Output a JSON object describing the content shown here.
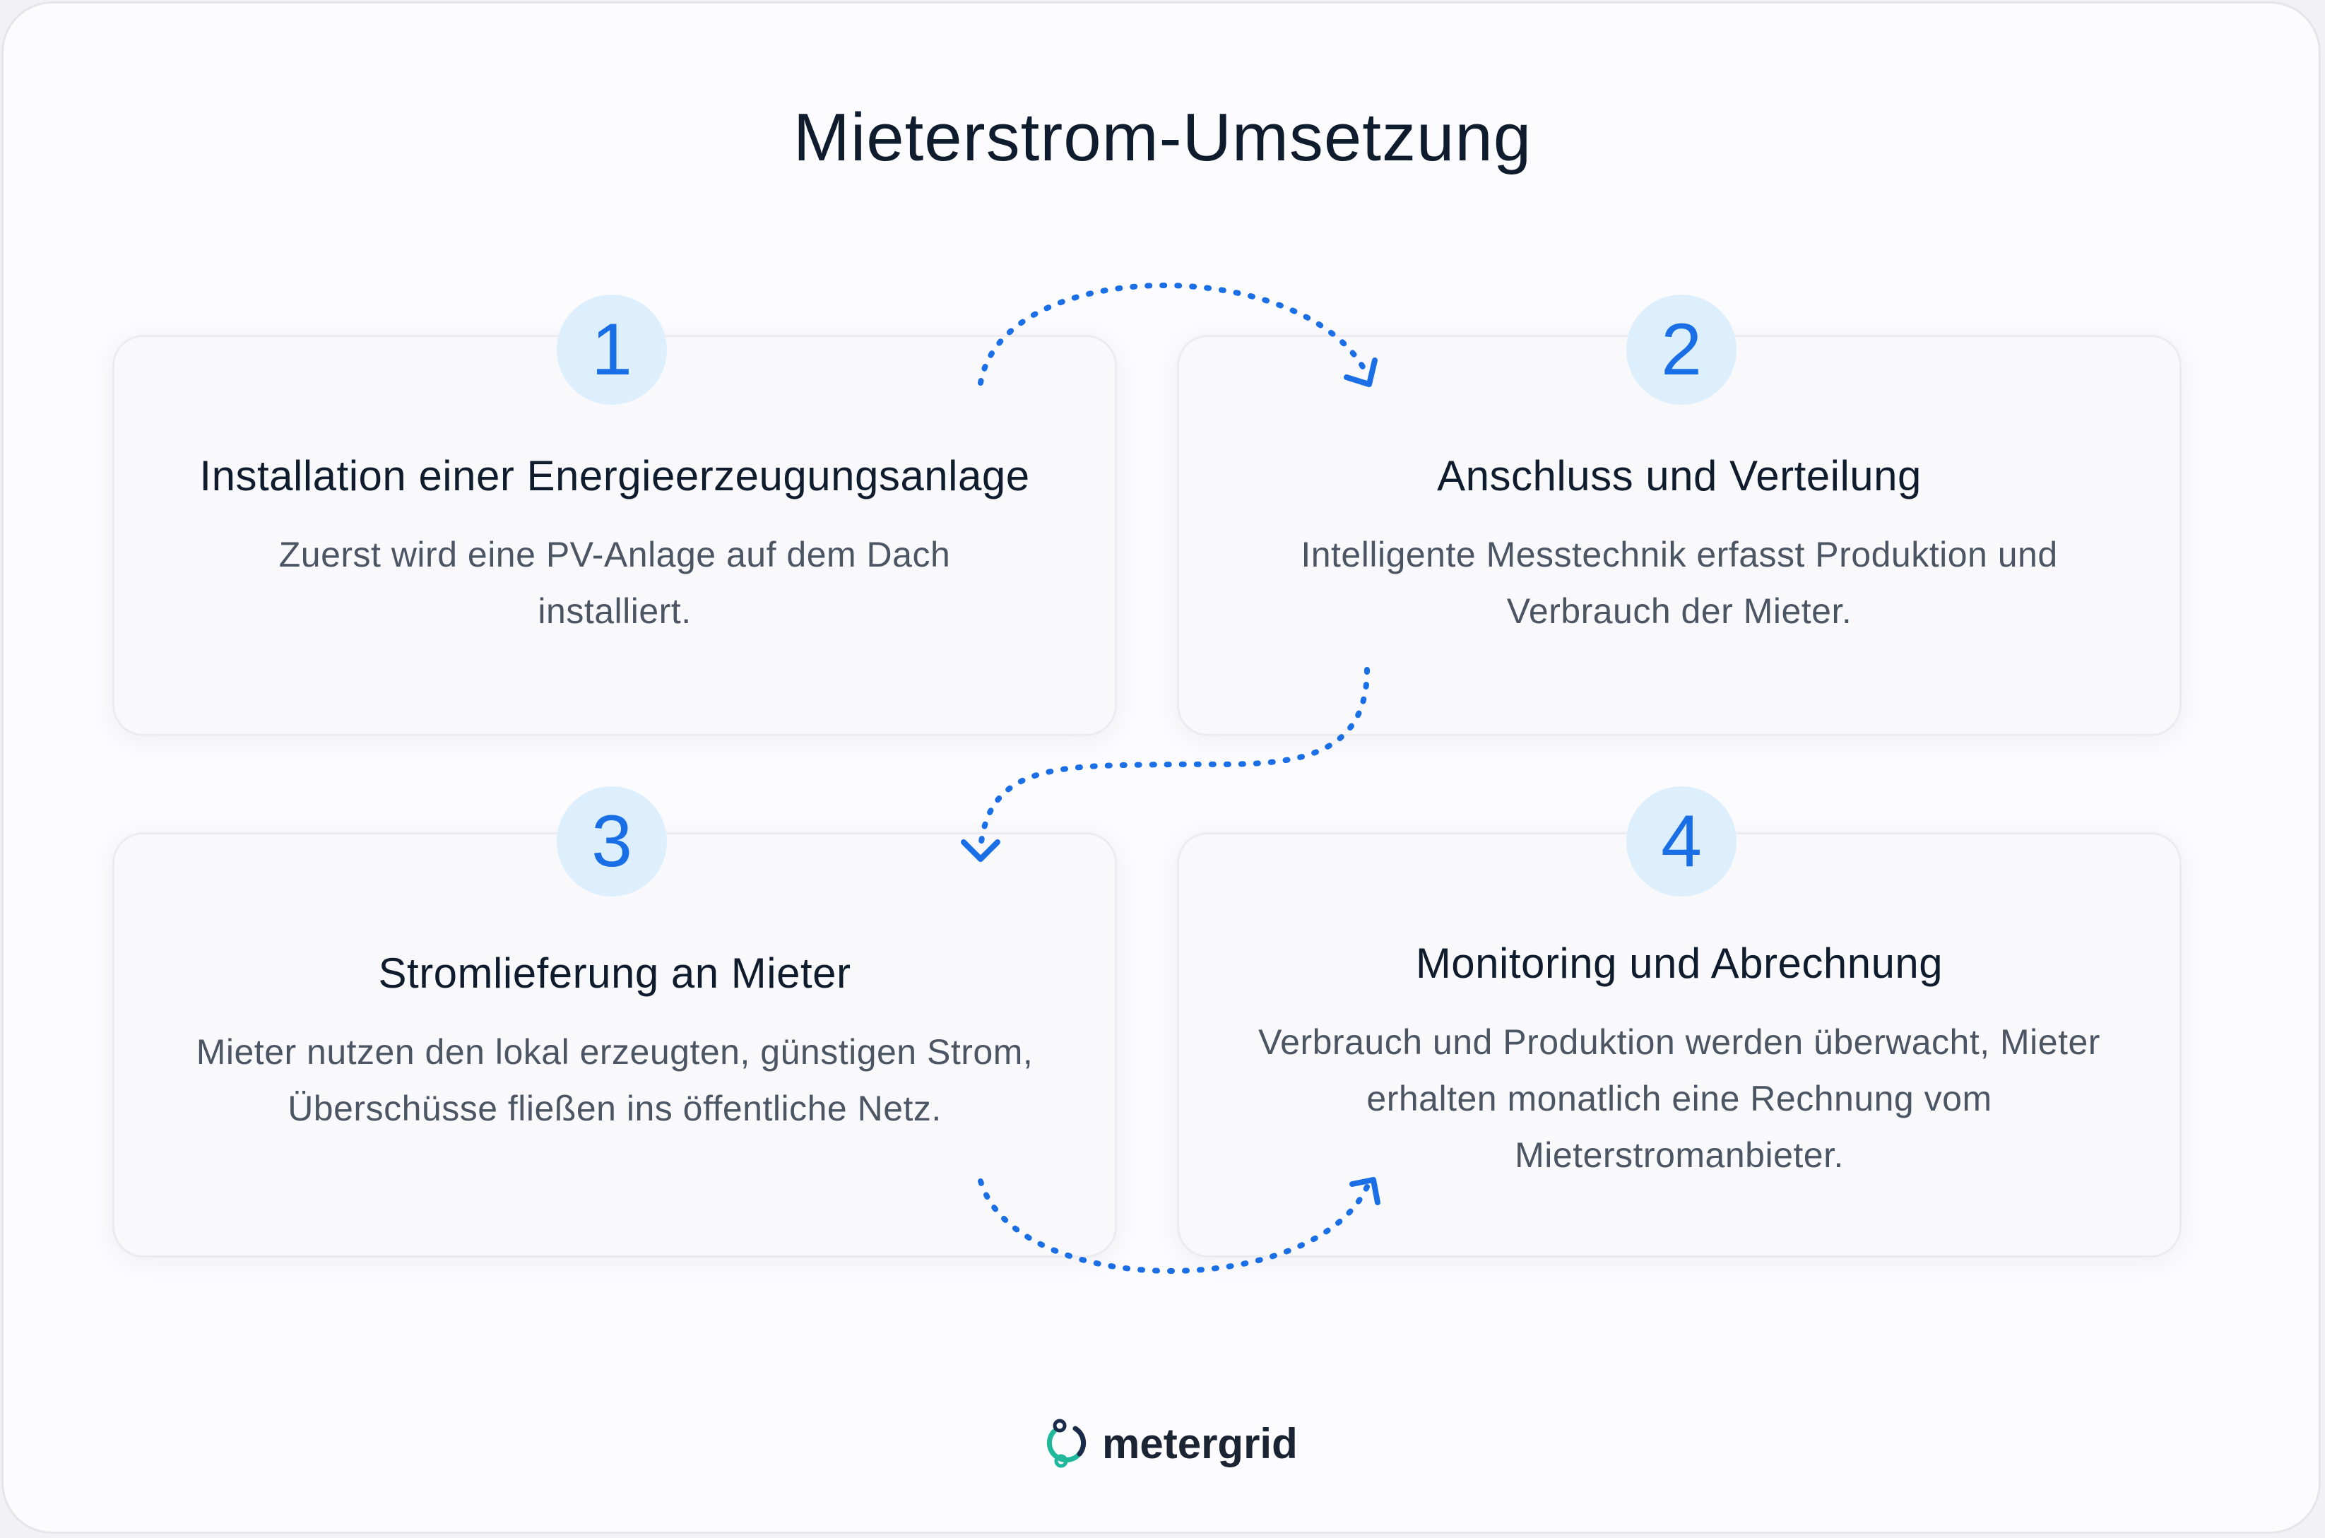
{
  "title": "Mieterstrom-Umsetzung",
  "steps": [
    {
      "number": "1",
      "heading": "Installation einer Energieerzeugungsanlage",
      "description": "Zuerst wird eine PV-Anlage auf dem Dach installiert."
    },
    {
      "number": "2",
      "heading": "Anschluss und Verteilung",
      "description": "Intelligente Messtechnik erfasst Produktion und Verbrauch der Mieter."
    },
    {
      "number": "3",
      "heading": "Stromlieferung an Mieter",
      "description": "Mieter nutzen den lokal erzeugten, günstigen Strom, Überschüsse fließen ins öffentliche Netz."
    },
    {
      "number": "4",
      "heading": "Monitoring und Abrechnung",
      "description": "Verbrauch und Produktion werden überwacht, Mieter erhalten monatlich eine Rechnung vom Mieterstromanbieter."
    }
  ],
  "brand": {
    "name": "metergrid",
    "icon": "metergrid-logo-icon"
  },
  "colors": {
    "accent": "#1a6ee6",
    "badge_bg": "#ddeffd",
    "logo_green": "#1fb89a",
    "logo_navy": "#1b2a4a"
  }
}
